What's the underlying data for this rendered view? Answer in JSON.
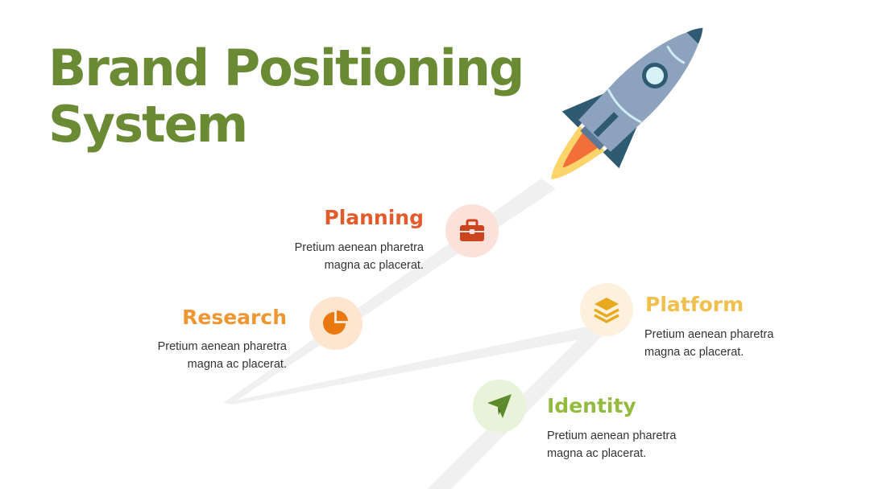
{
  "title": {
    "line1": "Brand Positioning",
    "line2": "System"
  },
  "colors": {
    "title": "#6a8a34",
    "planning": "#e25c2b",
    "research": "#ef9633",
    "platform": "#f0c04e",
    "identity": "#93bb3e",
    "trail": "#f0f0f0"
  },
  "steps": [
    {
      "title": "Planning",
      "line1": "Pretium aenean pharetra",
      "line2": "magna ac placerat.",
      "icon": "briefcase-icon"
    },
    {
      "title": "Research",
      "line1": "Pretium aenean pharetra",
      "line2": "magna ac placerat.",
      "icon": "pie-chart-icon"
    },
    {
      "title": "Platform",
      "line1": "Pretium aenean pharetra",
      "line2": "magna ac placerat.",
      "icon": "layers-icon"
    },
    {
      "title": "Identity",
      "line1": "Pretium aenean pharetra",
      "line2": "magna ac placerat.",
      "icon": "paper-plane-icon"
    }
  ],
  "illustration": {
    "icon": "rocket-icon"
  }
}
